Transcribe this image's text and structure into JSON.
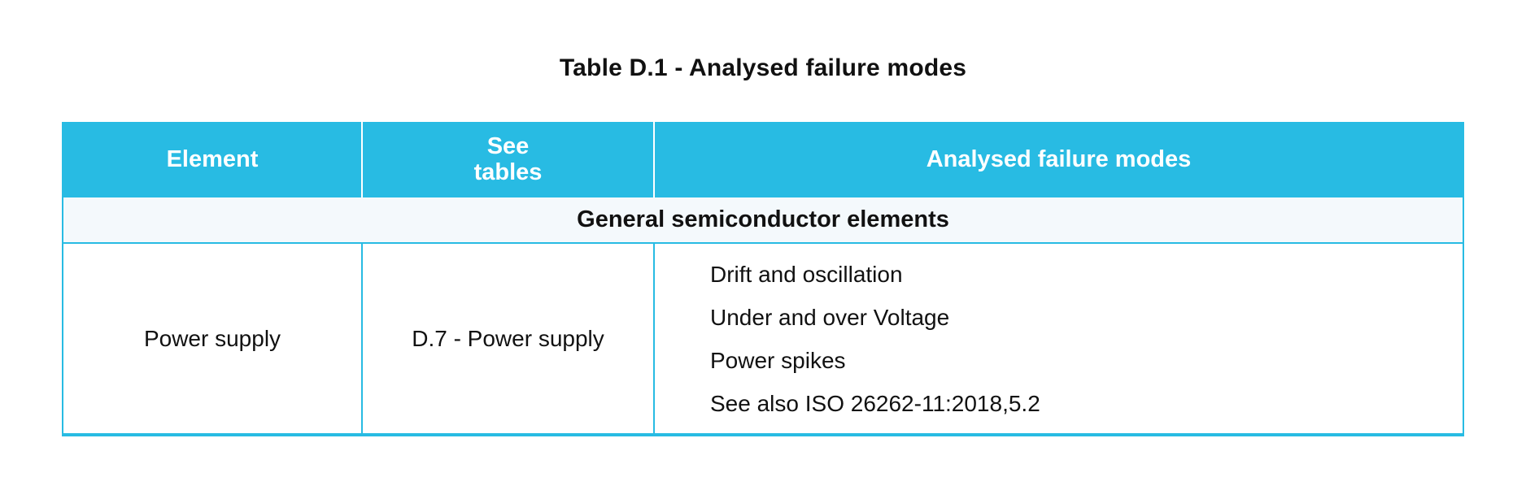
{
  "title": "Table D.1 - Analysed failure modes",
  "colors": {
    "accent": "#28BBE3",
    "header_text": "#FFFFFF",
    "section_bg": "#F4F9FC",
    "body_text": "#111111"
  },
  "table": {
    "columns": [
      {
        "label": "Element"
      },
      {
        "label": "See\ntables"
      },
      {
        "label": "Analysed failure modes"
      }
    ],
    "section_header": "General semiconductor elements",
    "rows": [
      {
        "element": "Power supply",
        "see_tables": "D.7 - Power supply",
        "failure_modes": [
          "Drift and oscillation",
          "Under and over Voltage",
          "Power spikes",
          "See also ISO 26262-11:2018,5.2"
        ]
      }
    ]
  }
}
